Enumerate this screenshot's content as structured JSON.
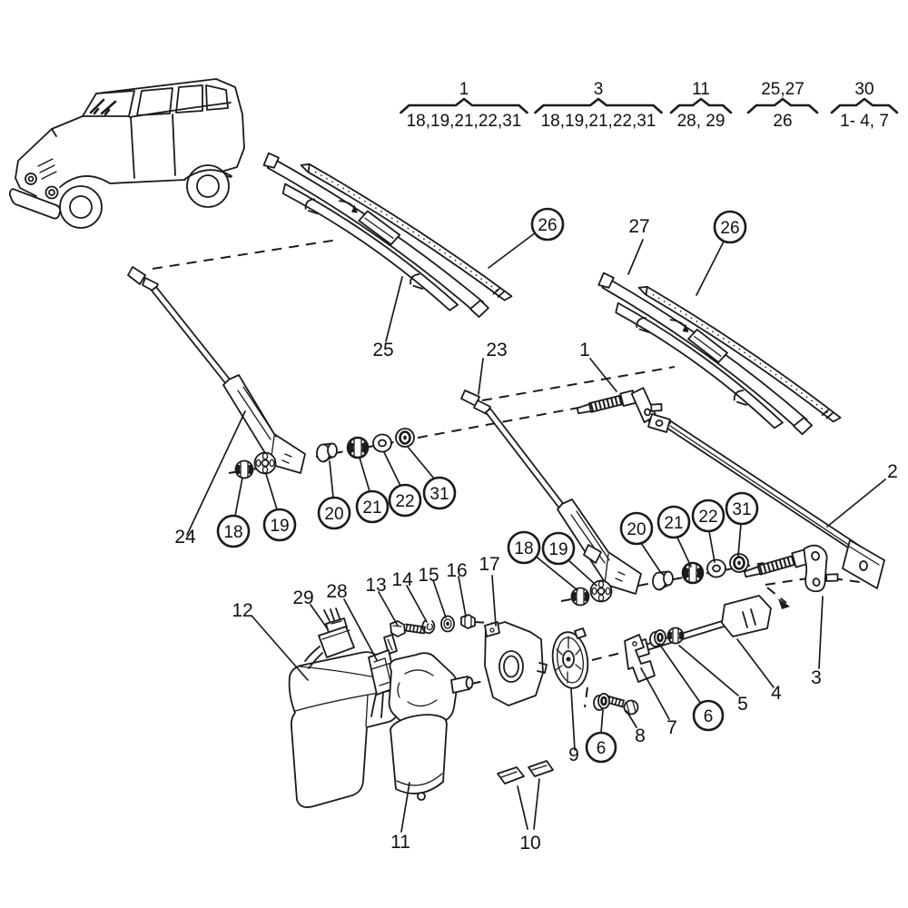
{
  "doc": {
    "type": "exploded-parts-diagram",
    "subject": "windshield wiper system",
    "colors": {
      "background": "#ffffff",
      "line": "#1b1b1b"
    }
  },
  "legend": {
    "groups": [
      {
        "label": "1",
        "items": "18,19,21,22,31"
      },
      {
        "label": "3",
        "items": "18,19,21,22,31"
      },
      {
        "label": "11",
        "items": "28, 29"
      },
      {
        "label": "25,27",
        "items": "26"
      },
      {
        "label": "30",
        "items": "1- 4, 7"
      }
    ]
  },
  "labels": {
    "plain": [
      {
        "num": "25"
      },
      {
        "num": "23"
      },
      {
        "num": "1"
      },
      {
        "num": "27"
      },
      {
        "num": "2"
      },
      {
        "num": "24"
      },
      {
        "num": "3"
      },
      {
        "num": "4"
      },
      {
        "num": "5"
      },
      {
        "num": "7"
      },
      {
        "num": "8"
      },
      {
        "num": "9"
      },
      {
        "num": "10"
      },
      {
        "num": "11"
      },
      {
        "num": "12"
      },
      {
        "num": "13"
      },
      {
        "num": "14"
      },
      {
        "num": "15"
      },
      {
        "num": "16"
      },
      {
        "num": "17"
      },
      {
        "num": "28"
      },
      {
        "num": "29"
      }
    ],
    "circled": [
      {
        "num": "26"
      },
      {
        "num": "26"
      },
      {
        "num": "18"
      },
      {
        "num": "19"
      },
      {
        "num": "20"
      },
      {
        "num": "21"
      },
      {
        "num": "22"
      },
      {
        "num": "31"
      },
      {
        "num": "18"
      },
      {
        "num": "19"
      },
      {
        "num": "20"
      },
      {
        "num": "21"
      },
      {
        "num": "22"
      },
      {
        "num": "31"
      },
      {
        "num": "6"
      },
      {
        "num": "6"
      }
    ]
  }
}
